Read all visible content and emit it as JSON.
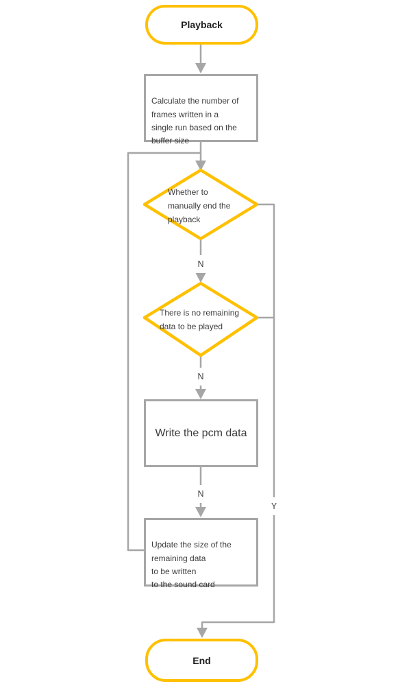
{
  "diagram": {
    "type": "flowchart",
    "colors": {
      "accent_yellow": "#FFC000",
      "connector_gray": "#A6A6A6",
      "text": "#3B3B3B",
      "background": "#FFFFFF"
    },
    "nodes": {
      "start": {
        "type": "terminator",
        "label": "Playback"
      },
      "calc_frames": {
        "type": "process",
        "label": "Calculate the number of\nframes written in a\nsingle run based on the\nbuffer size"
      },
      "decision_manual_end": {
        "type": "decision",
        "label": "Whether to\nmanually end the\nplayback"
      },
      "decision_no_remaining": {
        "type": "decision",
        "label": "There is no remaining\ndata to be played"
      },
      "write_pcm": {
        "type": "process",
        "label": "Write the pcm data"
      },
      "update_size": {
        "type": "process",
        "label": "Update the size of the\nremaining data\nto be written\nto the sound card"
      },
      "end": {
        "type": "terminator",
        "label": "End"
      }
    },
    "edge_labels": {
      "no_1": "N",
      "no_2": "N",
      "no_3": "N",
      "yes": "Y"
    }
  }
}
